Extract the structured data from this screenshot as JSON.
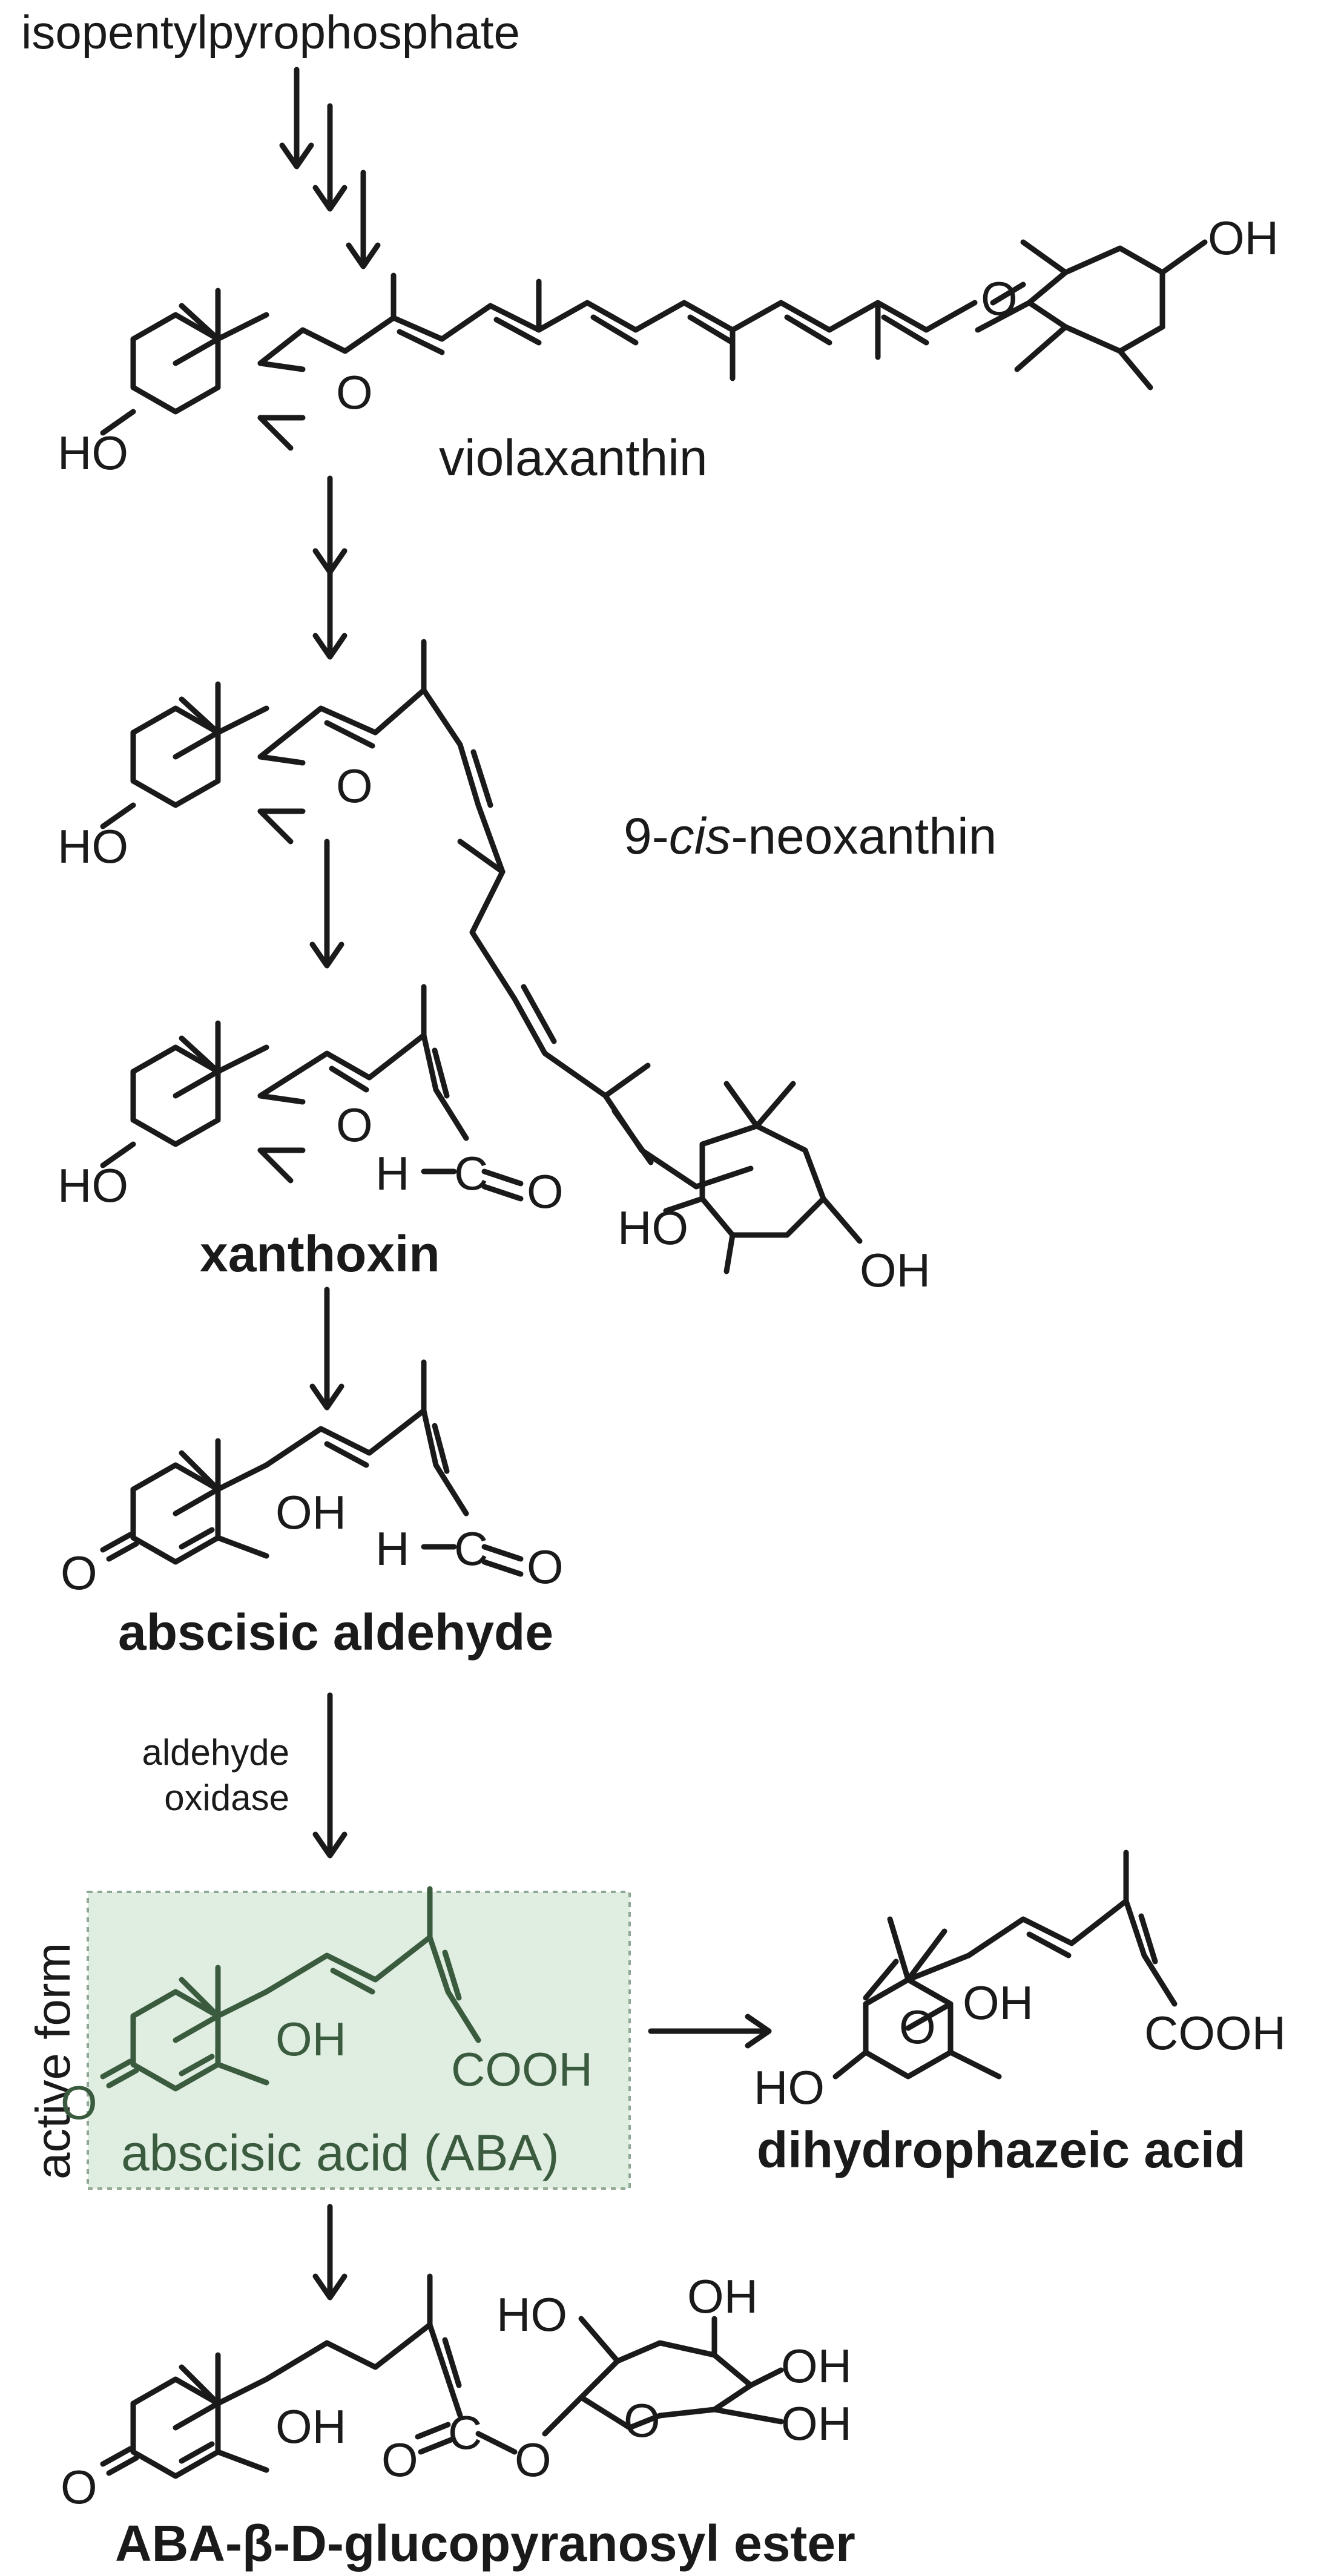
{
  "diagram": {
    "top_label": "isopentylpyrophosphate",
    "compounds": {
      "violaxanthin": "violaxanthin",
      "neoxanthin_prefix": "9-",
      "neoxanthin_italic": "cis",
      "neoxanthin_suffix": "-neoxanthin",
      "xanthoxin": "xanthoxin",
      "abscisic_aldehyde": "abscisic aldehyde",
      "aba": "abscisic acid (ABA)",
      "dihydrophazeic": "dihydrophazeic acid",
      "glucosyl_ester": "ABA-β-D-glucopyranosyl ester"
    },
    "enzyme_line1": "aldehyde",
    "enzyme_line2": "oxidase",
    "active_form": "active form",
    "atoms": {
      "HO": "HO",
      "OH": "OH",
      "O": "O",
      "H": "H",
      "COOH": "COOH",
      "C": "C"
    },
    "colors": {
      "ink": "#1a1a1a",
      "highlight_fill": "#dfeee1",
      "highlight_text": "#3b5b3f"
    }
  }
}
